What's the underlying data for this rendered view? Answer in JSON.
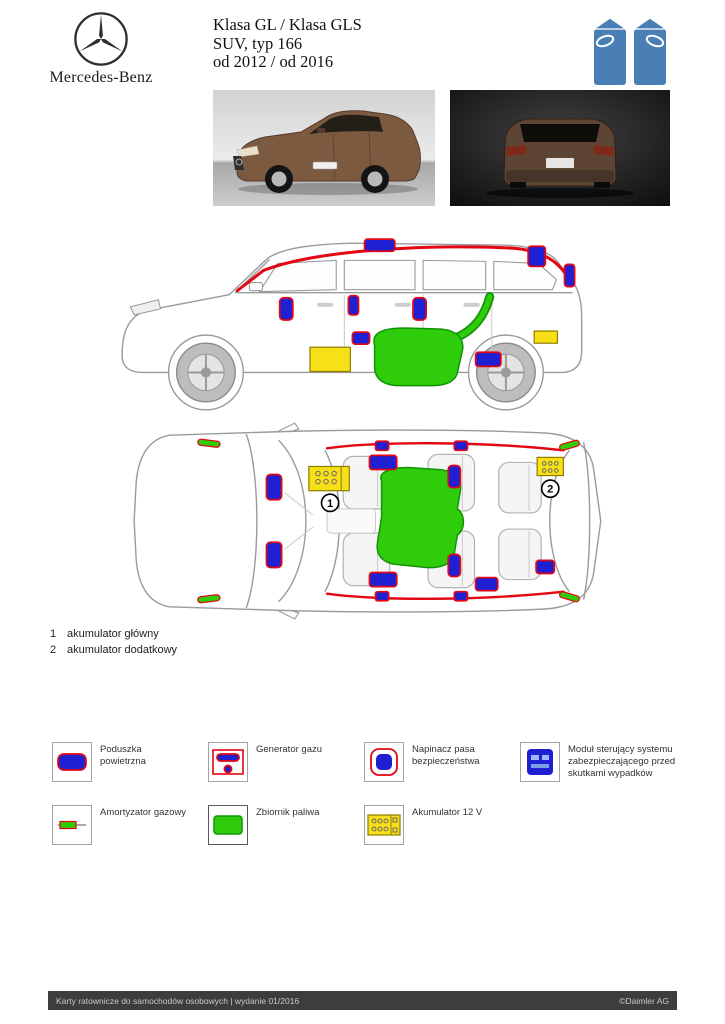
{
  "header": {
    "brand_name": "Mercedes-Benz",
    "model_title": "Klasa GL / Klasa GLS",
    "model_subtitle": "SUV, typ 166",
    "model_years": "od 2012 / od 2016"
  },
  "diagram": {
    "marker_1": "1",
    "marker_2": "2"
  },
  "numbered_legend": [
    {
      "num": "1",
      "label": "akumulator główny"
    },
    {
      "num": "2",
      "label": "akumulator dodatkowy"
    }
  ],
  "legend": [
    {
      "icon": "airbag-icon",
      "label": "Poduszka powietrzna"
    },
    {
      "icon": "gas-generator-icon",
      "label": "Generator gazu"
    },
    {
      "icon": "belt-tensioner-icon",
      "label": "Napinacz pasa bezpieczeństwa"
    },
    {
      "icon": "control-module-icon",
      "label": "Moduł sterujący systemu zabezpieczającego przed skutkami wypadków"
    },
    {
      "icon": "gas-strut-icon",
      "label": "Amortyzator gazowy"
    },
    {
      "icon": "fuel-tank-icon",
      "label": "Zbiornik paliwa"
    },
    {
      "icon": "battery-icon",
      "label": "Akumulator 12 V"
    }
  ],
  "footer": {
    "left_text": "Karty ratownicze do samochodów osobowych | wydanie 01/2016",
    "right_text": "©Daimler AG"
  },
  "colors": {
    "airbag_blue": "#1f1fd4",
    "outline_red": "#e30613",
    "fuel_green": "#2ecc0a",
    "battery_yellow": "#f7e017",
    "pictogram_blue": "#4a7fb5",
    "footer_bg": "#3d3d3d"
  }
}
